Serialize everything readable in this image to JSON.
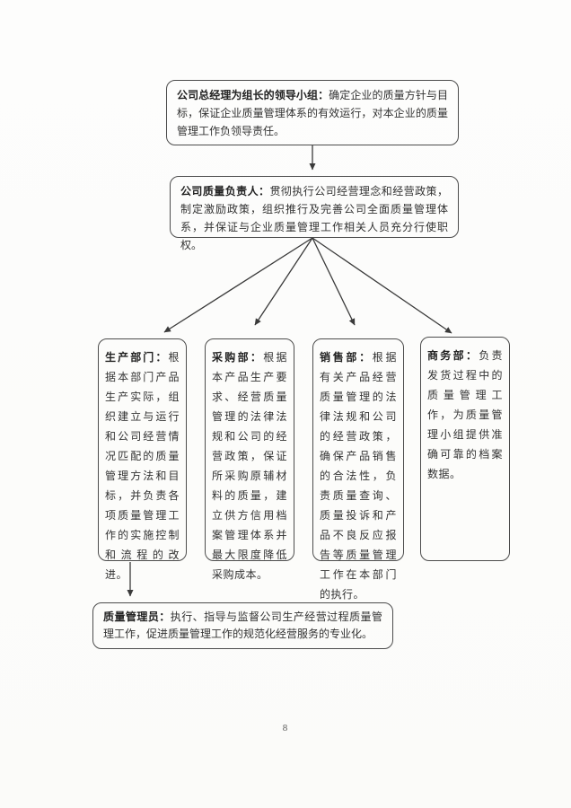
{
  "page": {
    "number": "8"
  },
  "diagram": {
    "leader_box": {
      "label": "公司总经理为组长的领导小组：",
      "text": "确定企业的质量方针与目标，保证企业质量管理体系的有效运行，对本企业的质量管理工作负领导责任。"
    },
    "quality_lead_box": {
      "label": "公司质量负责人：",
      "text": "贯彻执行公司经营理念和经营政策，制定激励政策，组织推行及完善公司全面质量管理体系，并保证与企业质量管理工作相关人员充分行使职权。"
    },
    "departments": [
      {
        "label": "生产部门：",
        "text": "根据本部门产品生产实际，组织建立与运行和公司经营情况匹配的质量管理方法和目标，并负责各项质量管理工作的实施控制和流程的改进。"
      },
      {
        "label": "采购部：",
        "text": "根据本产品生产要求、经营质量管理的法律法规和公司的经营政策，保证所采购原辅材料的质量，建立供方信用档案管理体系并最大限度降低采购成本。"
      },
      {
        "label": "销售部：",
        "text": "根据有关产品经营质量管理的法律法规和公司的经营政策，确保产品销售的合法性，负责质量查询、质量投诉和产品不良反应报告等质量管理工作在本部门的执行。"
      },
      {
        "label": "商务部：",
        "text": "负责发货过程中的质量管理工作，为质量管理小组提供准确可靠的档案数据。"
      }
    ],
    "quality_manager_box": {
      "label": "质量管理员：",
      "text": "执行、指导与监督公司生产经营过程质量管理工作，促进质量管理工作的规范化经营服务的专业化。"
    },
    "arrow_color": "#3a3a3a"
  }
}
